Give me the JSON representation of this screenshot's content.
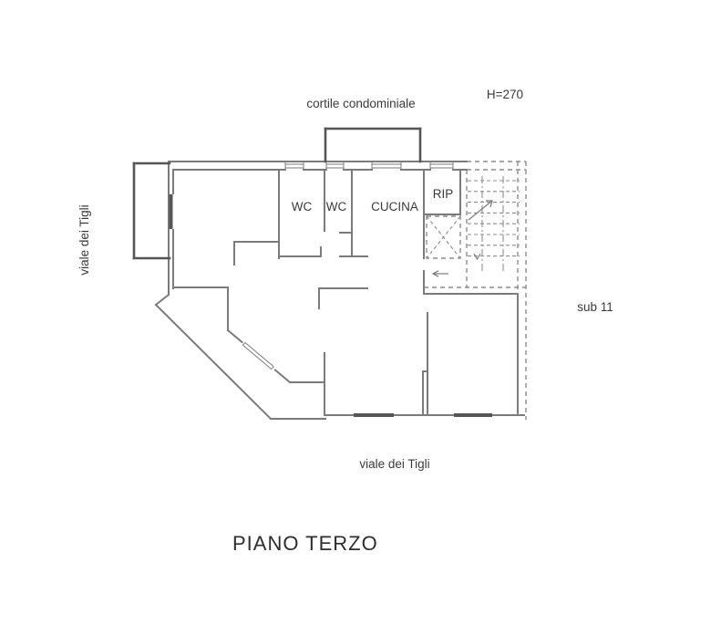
{
  "title": {
    "text": "PIANO TERZO"
  },
  "annotations": {
    "courtyard": "cortile condominiale",
    "ceiling_height": "H=270",
    "street_left": "viale dei Tigli",
    "street_bottom": "viale dei Tigli",
    "subunit": "sub 11"
  },
  "rooms": {
    "wc_left": "WC",
    "wc_right": "WC",
    "kitchen": "CUCINA",
    "storage": "RIP"
  },
  "colors": {
    "wall": "#7b7b7b",
    "wall_dark": "#565656",
    "dashed": "#8c8c8c",
    "text": "#3a3a3a",
    "title_text": "#2d2d2d"
  }
}
